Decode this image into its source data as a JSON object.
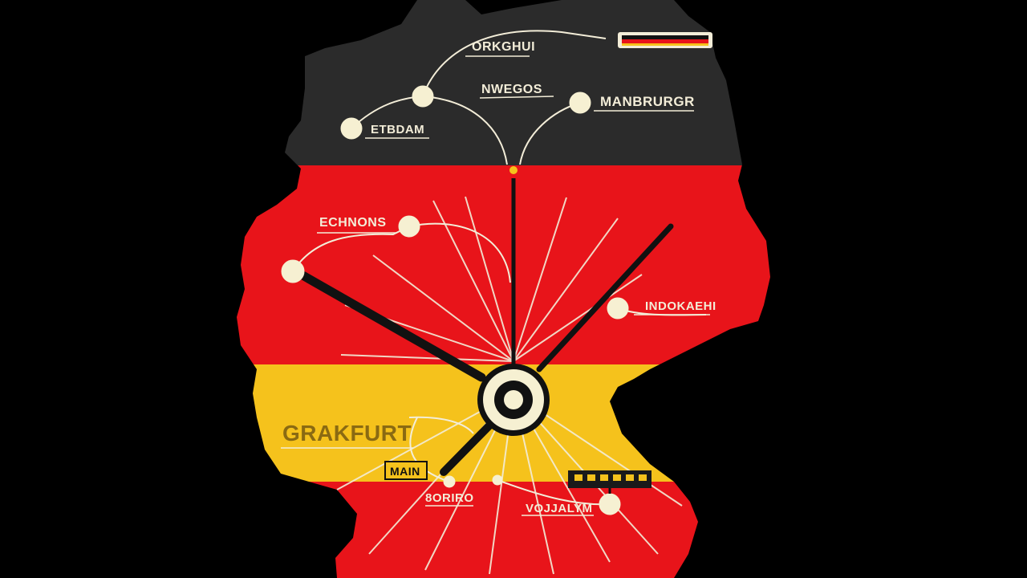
{
  "colors": {
    "background": "#000000",
    "band_black": "#2b2b2b",
    "band_red": "#e8141a",
    "band_gold": "#f5c21c",
    "line": "#f3edd8",
    "node": "#f6f0d2",
    "hand": "#111111"
  },
  "labels": {
    "top": "ORKGHUI",
    "north_center": "NWEGOS",
    "north_east": "MANBRURGR",
    "north_west": "ETBDAM",
    "west": "ECHNONS",
    "east": "INDOKAEHI",
    "frankfurt": "GRAKFURT",
    "small_box": "MAIN",
    "south_center": "8ORIRO",
    "south_east": "VOJJALYM"
  },
  "icons": {
    "flag_badge": "flag-badge-icon",
    "train": "train-icon",
    "hub": "clock-hub-icon"
  }
}
